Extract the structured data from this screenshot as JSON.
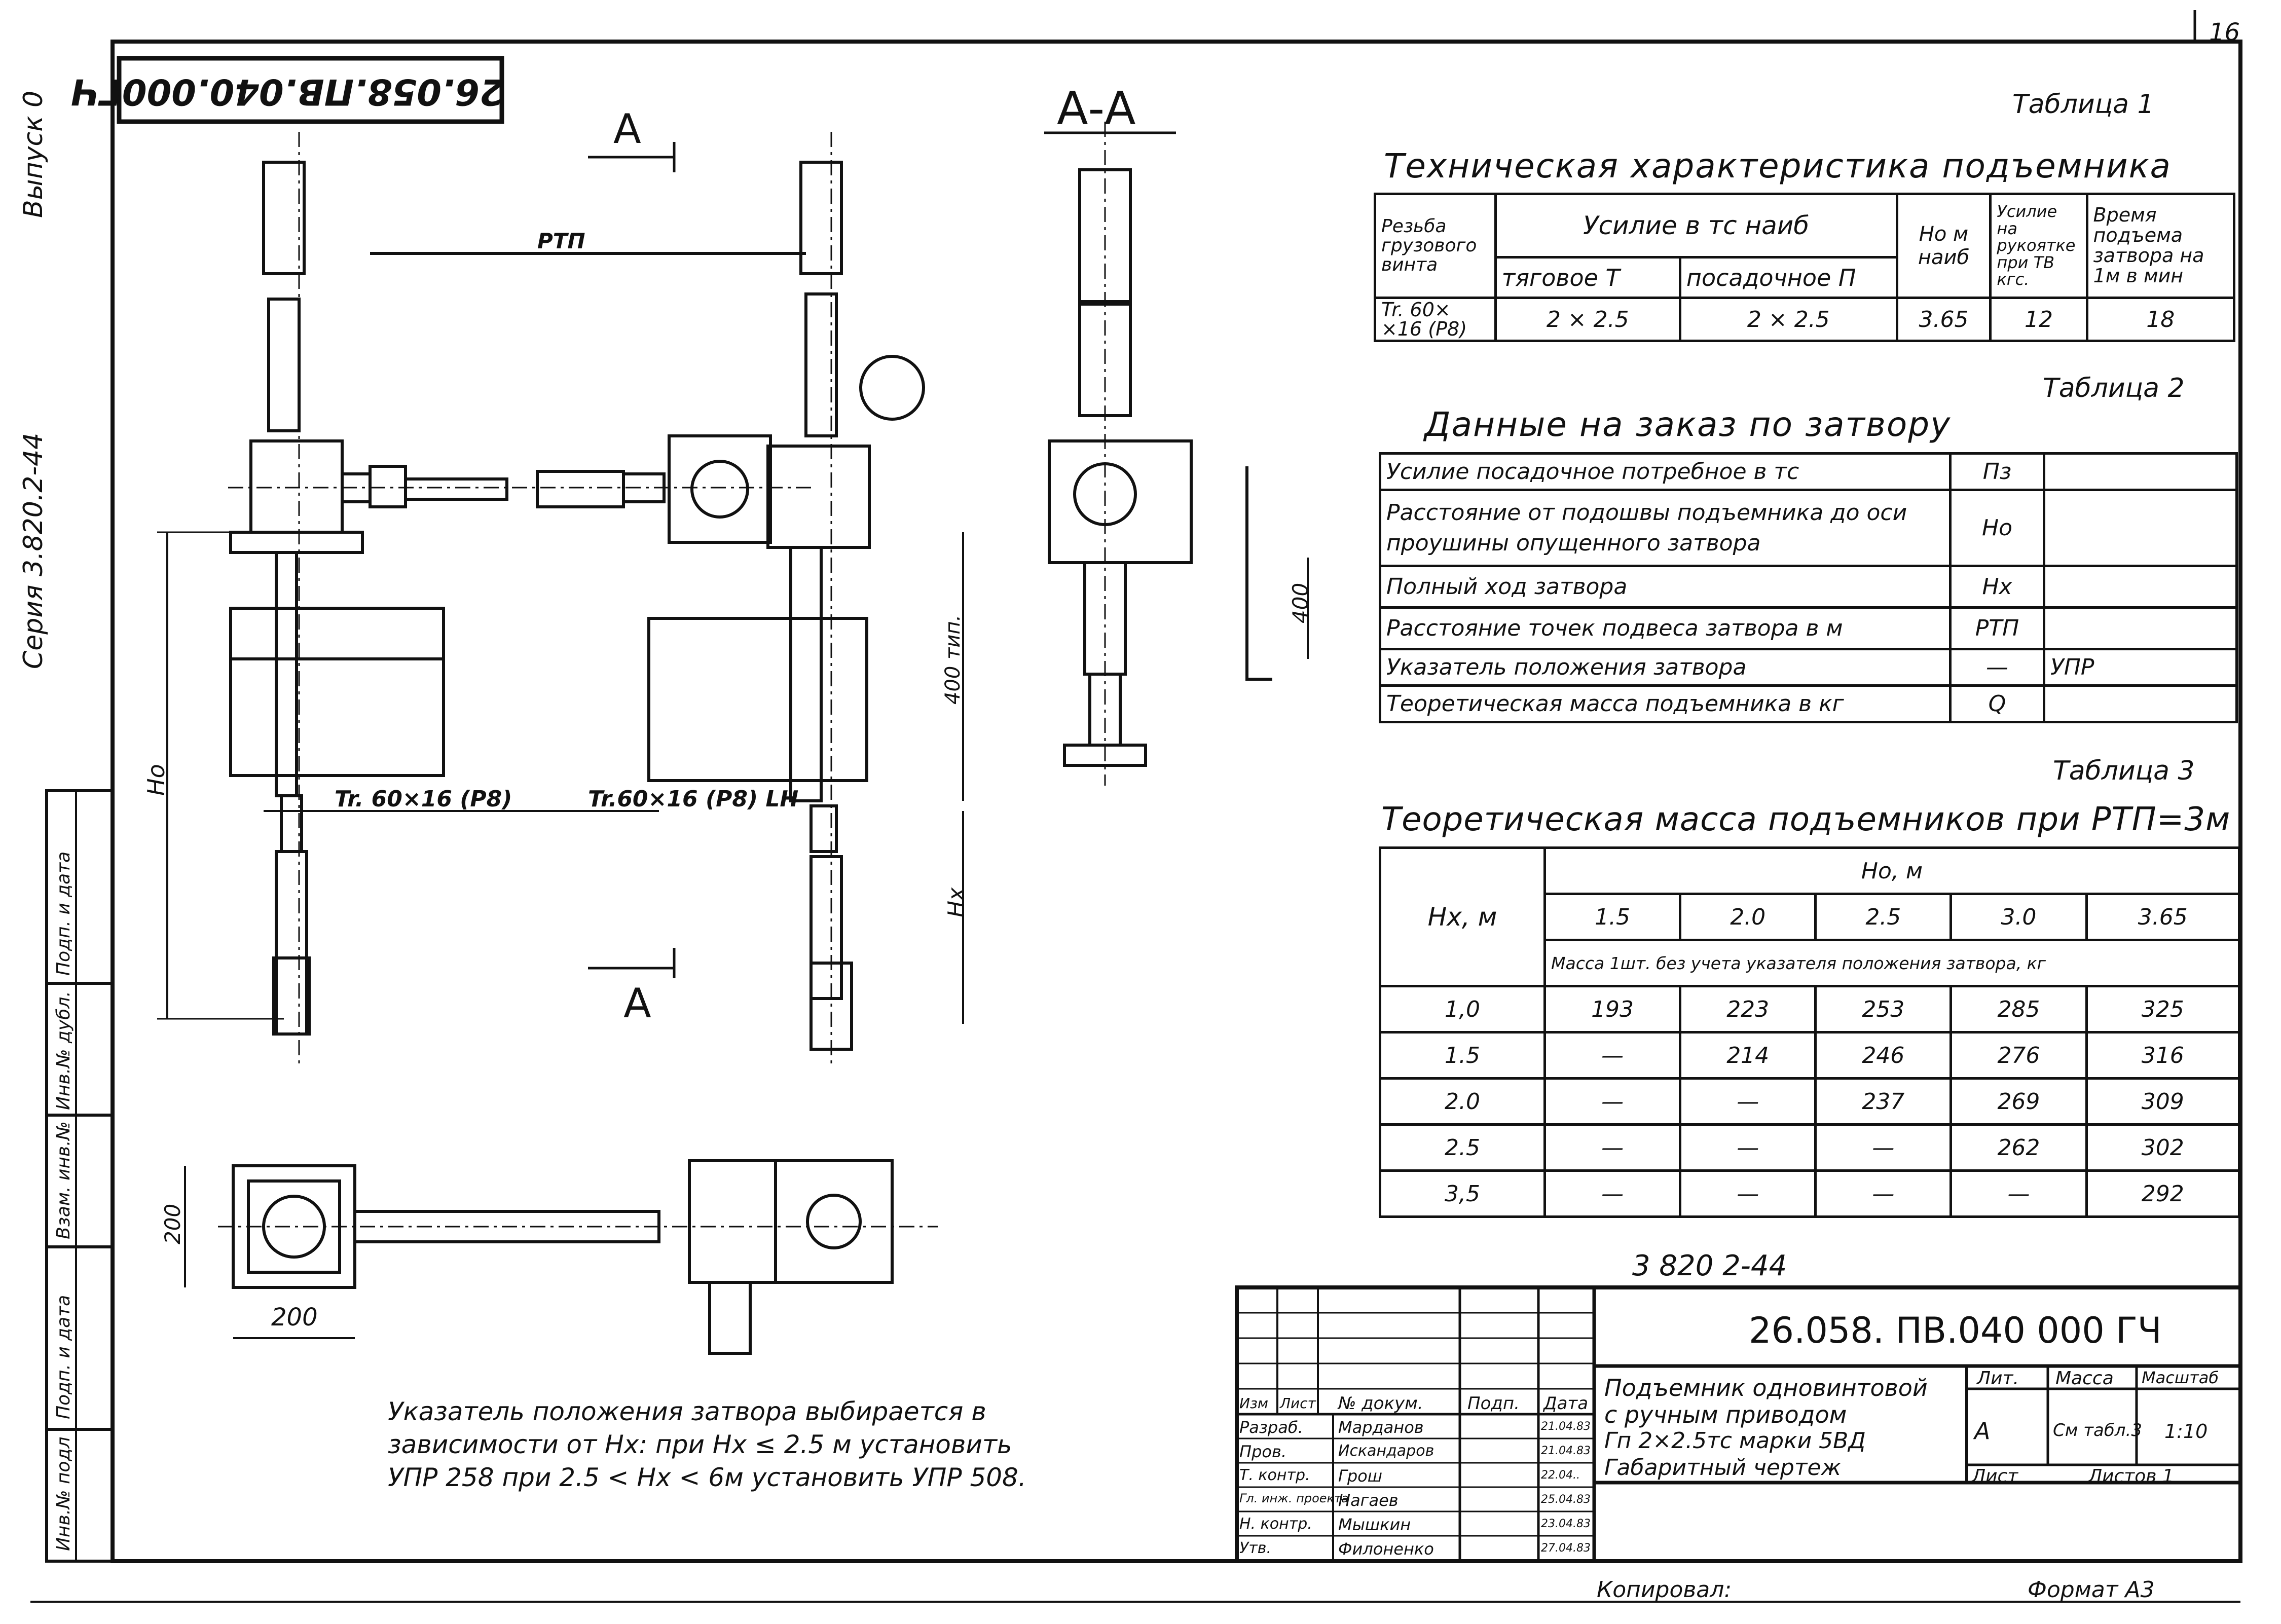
{
  "page_number": "16",
  "rotated_code": "26.058.ПВ.040.000ГЧ",
  "margin": {
    "vypusk": "Выпуск 0",
    "seriya": "Серия 3.820.2-44",
    "stamp_labels": [
      "Инв.№ подл",
      "Подп. и дата",
      "Взам. инв.№",
      "Инв.№ дубл.",
      "Подп. и дата"
    ]
  },
  "drawing": {
    "section_marks": [
      "A",
      "A"
    ],
    "section_title": "А-А",
    "rtp": "РТП",
    "dim_400_tip": "400 тип.",
    "dim_400": "400",
    "ho": "Но",
    "hx": "Нх",
    "thread_left": "Tr. 60×16 (Р8)",
    "thread_right": "Tr.60×16 (Р8) LH",
    "dim_200_v": "200",
    "dim_200_h": "200"
  },
  "note": [
    "Указатель положения затвора выбирается в",
    "зависимости от Нх: при Нх ≤ 2.5 м установить",
    "УПР 258 при 2.5 < Нх < 6м установить УПР 508."
  ],
  "table1": {
    "label": "Таблица 1",
    "title": "Техническая характеристика подъемника",
    "h_thread": "Резьба грузового винта",
    "h_force": "Усилие в тс наиб",
    "h_traction": "тяговое Т",
    "h_landing": "посадочное П",
    "h_ho": "Но м наиб",
    "h_handle": "Усилие на рукоятке при ТВ кгс.",
    "h_time": "Время подъема затвора на 1м в мин",
    "row": [
      "Tr. 60× ×16 (Р8)",
      "2 × 2.5",
      "2 × 2.5",
      "3.65",
      "12",
      "18"
    ]
  },
  "table2": {
    "label": "Таблица 2",
    "title": "Данные на заказ по затвору",
    "rows": [
      [
        "Усилие посадочное потребное в тс",
        "Пз",
        ""
      ],
      [
        "Расстояние от подошвы подъемника до оси проушины опущенного затвора",
        "Но",
        ""
      ],
      [
        "Полный ход затвора",
        "Нх",
        ""
      ],
      [
        "Расстояние точек подвеса затвора в м",
        "РТП",
        ""
      ],
      [
        "Указатель положения затвора",
        "—",
        "УПР"
      ],
      [
        "Теоретическая масса подъемника в кг",
        "Q",
        ""
      ]
    ]
  },
  "table3": {
    "label": "Таблица 3",
    "title": "Теоретическая масса подъемников при РТП=3м",
    "h_hx": "Нх, м",
    "h_ho": "Но, м",
    "ho_values": [
      "1.5",
      "2.0",
      "2.5",
      "3.0",
      "3.65"
    ],
    "subheader": "Масса 1шт. без учета указателя положения затвора, кг",
    "rows": [
      [
        "1,0",
        "193",
        "223",
        "253",
        "285",
        "325"
      ],
      [
        "1.5",
        "—",
        "214",
        "246",
        "276",
        "316"
      ],
      [
        "2.0",
        "—",
        "—",
        "237",
        "269",
        "309"
      ],
      [
        "2.5",
        "—",
        "—",
        "—",
        "262",
        "302"
      ],
      [
        "3,5",
        "—",
        "—",
        "—",
        "—",
        "292"
      ]
    ]
  },
  "title_block": {
    "series_code": "3 820 2-44",
    "doc_code": "26.058. ПВ.040 000 ГЧ",
    "description": [
      "Подъемник одновинтовой",
      "с ручным приводом",
      "Гп 2×2.5тс марки 5ВД",
      "Габаритный чертеж"
    ],
    "h_lit": "Лит.",
    "h_mass": "Масса",
    "h_scale": "Масштаб",
    "lit": "А",
    "mass": "См табл.3",
    "scale": "1:10",
    "sheet": "Лист",
    "sheets": "Листов 1",
    "col_headers": [
      "Изм",
      "Лист",
      "№ докум.",
      "Подп.",
      "Дата"
    ],
    "signers": [
      [
        "Разраб.",
        "Марданов",
        "21.04.83"
      ],
      [
        "Пров.",
        "Искандаров",
        "21.04.83"
      ],
      [
        "Т. контр.",
        "Грош",
        "22.04.."
      ],
      [
        "Гл. инж. проекта",
        "Нагаев",
        "25.04.83"
      ],
      [
        "Н. контр.",
        "Мышкин",
        "23.04.83"
      ],
      [
        "Утв.",
        "Филоненко",
        "27.04.83"
      ]
    ]
  },
  "footer": {
    "copied": "Копировал:",
    "format": "Формат А3"
  }
}
